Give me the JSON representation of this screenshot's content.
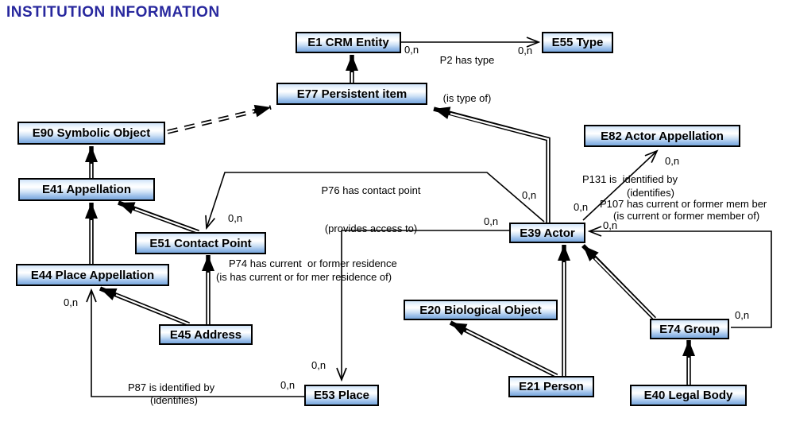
{
  "title": "INSTITUTION INFORMATION",
  "colors": {
    "title_text": "#28289E",
    "node_border": "#000000",
    "node_fill_top": "#cfe3f8",
    "node_fill_bottom": "#79a8dd",
    "line": "#000000",
    "background": "#ffffff"
  },
  "nodes": {
    "e1": {
      "label": "E1 CRM Entity"
    },
    "e55": {
      "label": "E55 Type"
    },
    "e77": {
      "label": "E77 Persistent item"
    },
    "e90": {
      "label": "E90 Symbolic Object"
    },
    "e41": {
      "label": "E41 Appellation"
    },
    "e82": {
      "label": "E82 Actor Appellation"
    },
    "e51": {
      "label": "E51 Contact Point"
    },
    "e44": {
      "label": "E44 Place Appellation"
    },
    "e39": {
      "label": "E39 Actor"
    },
    "e20": {
      "label": "E20 Biological Object"
    },
    "e74": {
      "label": "E74 Group"
    },
    "e45": {
      "label": "E45 Address"
    },
    "e21": {
      "label": "E21 Person"
    },
    "e53": {
      "label": "E53 Place"
    },
    "e40": {
      "label": "E40 Legal Body"
    }
  },
  "edges": {
    "p2": {
      "label": "P2 has type",
      "inverse": "(is type of)",
      "card_domain": "0,n",
      "card_range": "0,n"
    },
    "p76": {
      "label": "P76 has contact point",
      "inverse": "(provides access to)",
      "card_domain": "0,n",
      "card_range": "0,n"
    },
    "p131": {
      "label": "P131 is  identified by",
      "inverse": "(identifies)",
      "card_domain": "0,n",
      "card_range": "0,n"
    },
    "p107": {
      "label": "P107 has current or former mem ber",
      "inverse": "(is current or former member of)",
      "card_domain": "0,n",
      "card_range": "0,n"
    },
    "p74": {
      "label": "P74 has current  or former residence",
      "inverse": "(is has current or for mer residence of)",
      "card_domain": "0,n",
      "card_range": "0,n"
    },
    "p87": {
      "label": "P87 is identified by",
      "inverse": "(identifies)",
      "card_domain": "0,n",
      "card_range": "0,n"
    }
  }
}
